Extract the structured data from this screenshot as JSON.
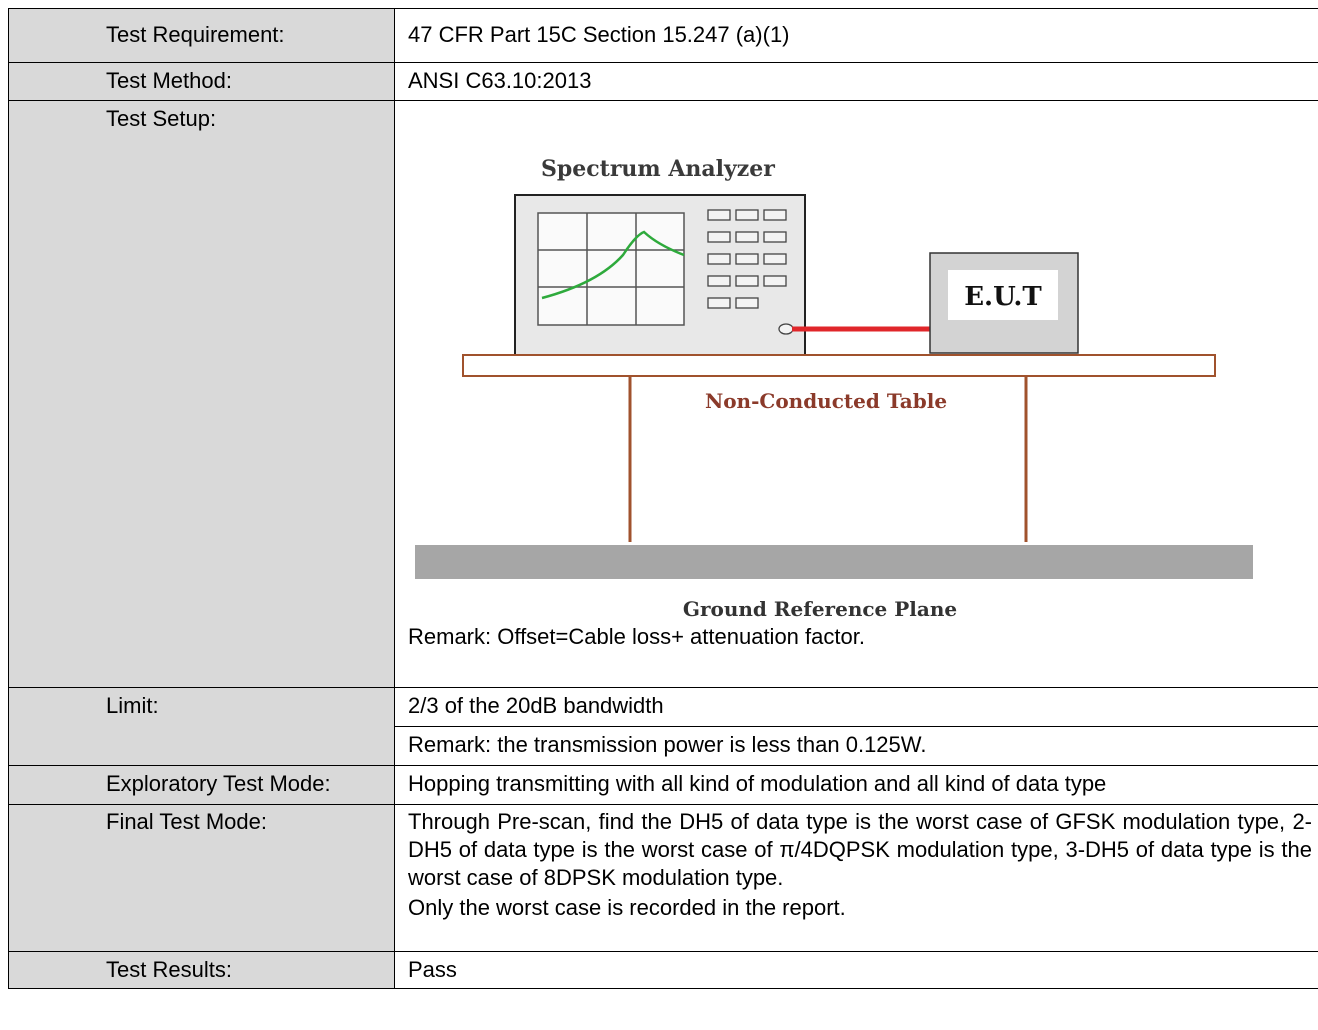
{
  "rows": {
    "requirement": {
      "label": "Test Requirement:",
      "value": "47 CFR Part 15C Section 15.247 (a)(1)"
    },
    "method": {
      "label": "Test Method:",
      "value": "ANSI C63.10:2013"
    },
    "setup": {
      "label": "Test Setup:",
      "diagram": {
        "analyzer_title": "Spectrum Analyzer",
        "eut_label": "E.U.T",
        "table_label": "Non-Conducted Table",
        "ground_label": "Ground Reference Plane"
      },
      "remark": "Remark: Offset=Cable loss+ attenuation factor."
    },
    "limit": {
      "label": "Limit:",
      "value": "2/3 of the 20dB bandwidth",
      "remark": "Remark: the transmission power is less than 0.125W."
    },
    "exploratory": {
      "label": "Exploratory Test Mode:",
      "value": "Hopping transmitting with all kind of modulation and all kind of data type"
    },
    "final": {
      "label": "Final Test Mode:",
      "value": "Through Pre-scan, find the DH5 of data type is the worst case of GFSK modulation type, 2-DH5 of data type is the worst case of π/4DQPSK modulation type, 3-DH5 of data type is the worst case of 8DPSK modulation type.",
      "note": "Only the worst case is recorded in the report."
    },
    "results": {
      "label": "Test Results:",
      "value": "Pass"
    }
  },
  "colors": {
    "label_bg": "#d9d9d9",
    "cable": "#e0262a",
    "table_brown": "#a0522d",
    "trace": "#2eaa3c",
    "ground": "#a6a6a6"
  }
}
